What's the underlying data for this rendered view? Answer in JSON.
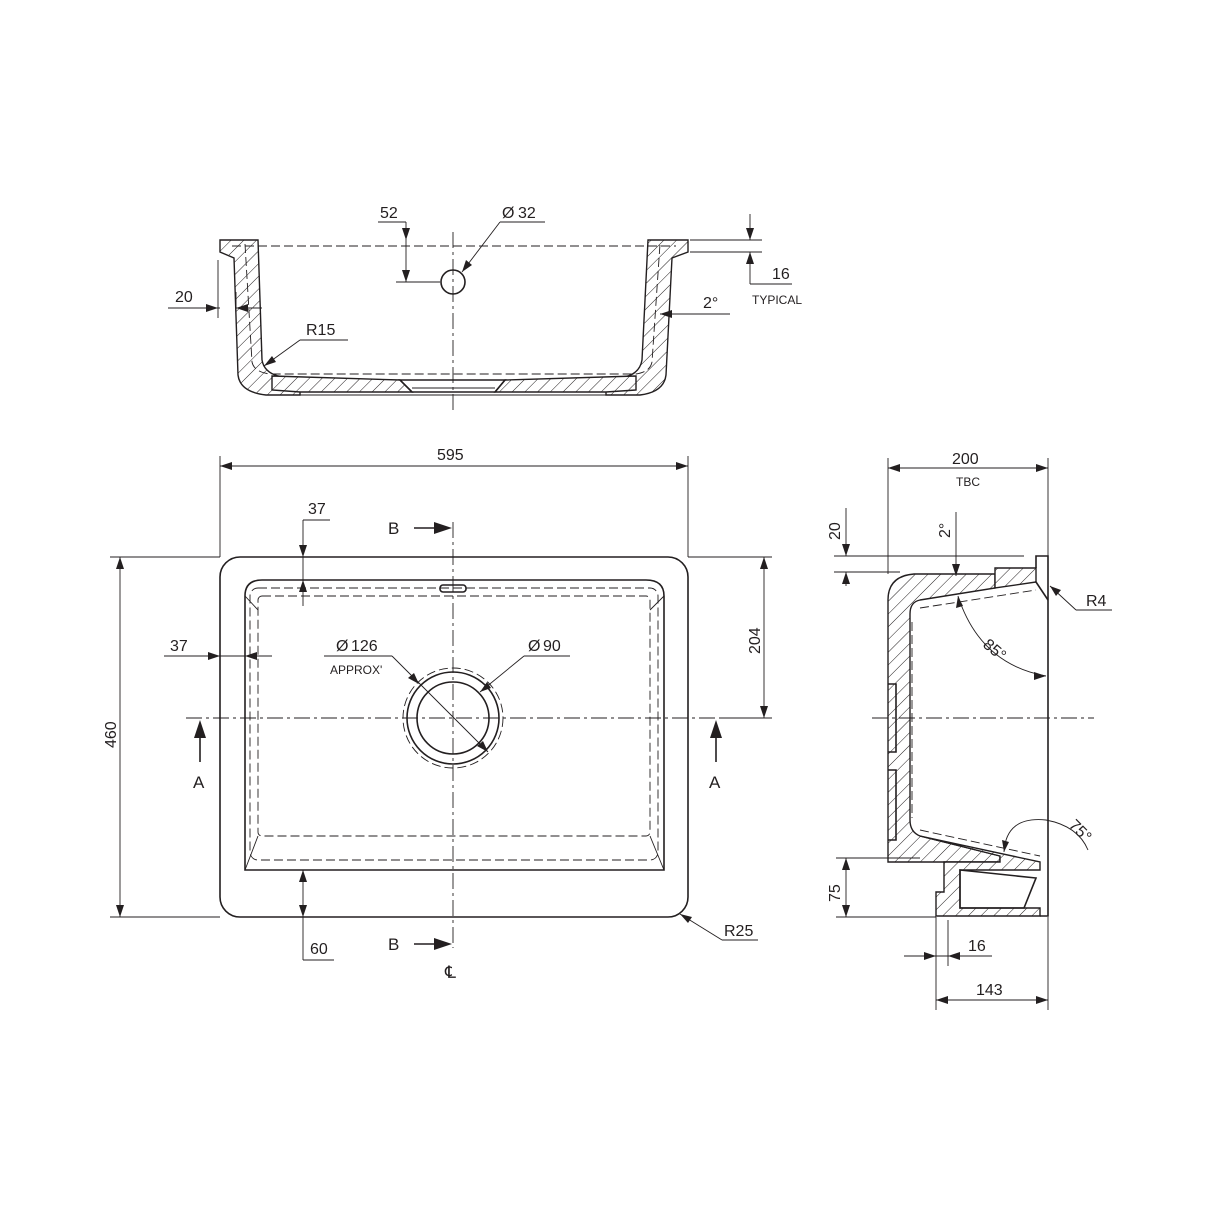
{
  "front_view": {
    "dim_52": "52",
    "dim_dia32": "32",
    "dim_20": "20",
    "dim_16": "16",
    "note_typical": "TYPICAL",
    "dim_2deg": "2°",
    "dim_r15": "R15"
  },
  "plan_view": {
    "dim_595": "595",
    "dim_460": "460",
    "dim_37_top": "37",
    "dim_37_left": "37",
    "dim_204": "204",
    "dim_60": "60",
    "dim_r25": "R25",
    "dim_dia126": "126",
    "note_approx": "APPROX'",
    "dim_dia90": "90",
    "section_b": "B",
    "section_a": "A",
    "centerline": "℄"
  },
  "side_view": {
    "dim_200": "200",
    "note_tbc": "TBC",
    "dim_20": "20",
    "dim_2deg": "2°",
    "dim_r4": "R4",
    "dim_85deg": "85°",
    "dim_75deg": "75°",
    "dim_75": "75",
    "dim_16": "16",
    "dim_143": "143"
  },
  "symbols": {
    "diameter": "Ø"
  }
}
